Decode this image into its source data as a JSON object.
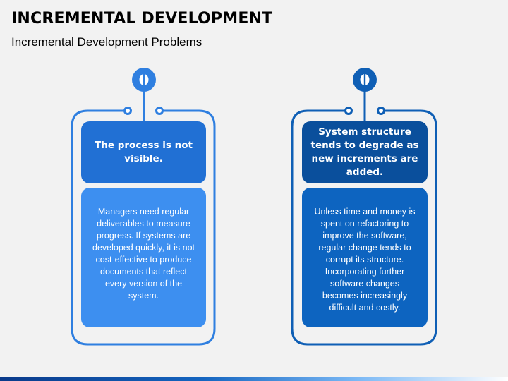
{
  "title": "INCREMENTAL DEVELOPMENT",
  "subtitle": "Incremental Development Problems",
  "colors": {
    "light_frame": "#2f7fe0",
    "light_head": "#2170d4",
    "light_body": "#3d8ff0",
    "dark_frame": "#0f5fb5",
    "dark_head": "#0a4f9c",
    "dark_body": "#0d64c0"
  },
  "cards": [
    {
      "heading": "The process is not visible.",
      "body": "Managers need regular deliverables to measure progress. If systems are developed quickly, it is not cost-effective to produce documents that reflect every version of the system."
    },
    {
      "heading": "System structure tends to degrade as new increments are added.",
      "body": "Unless time and money is spent on refactoring to improve the software, regular change tends to corrupt its structure. Incorporating further software changes becomes increasingly difficult and costly."
    }
  ]
}
